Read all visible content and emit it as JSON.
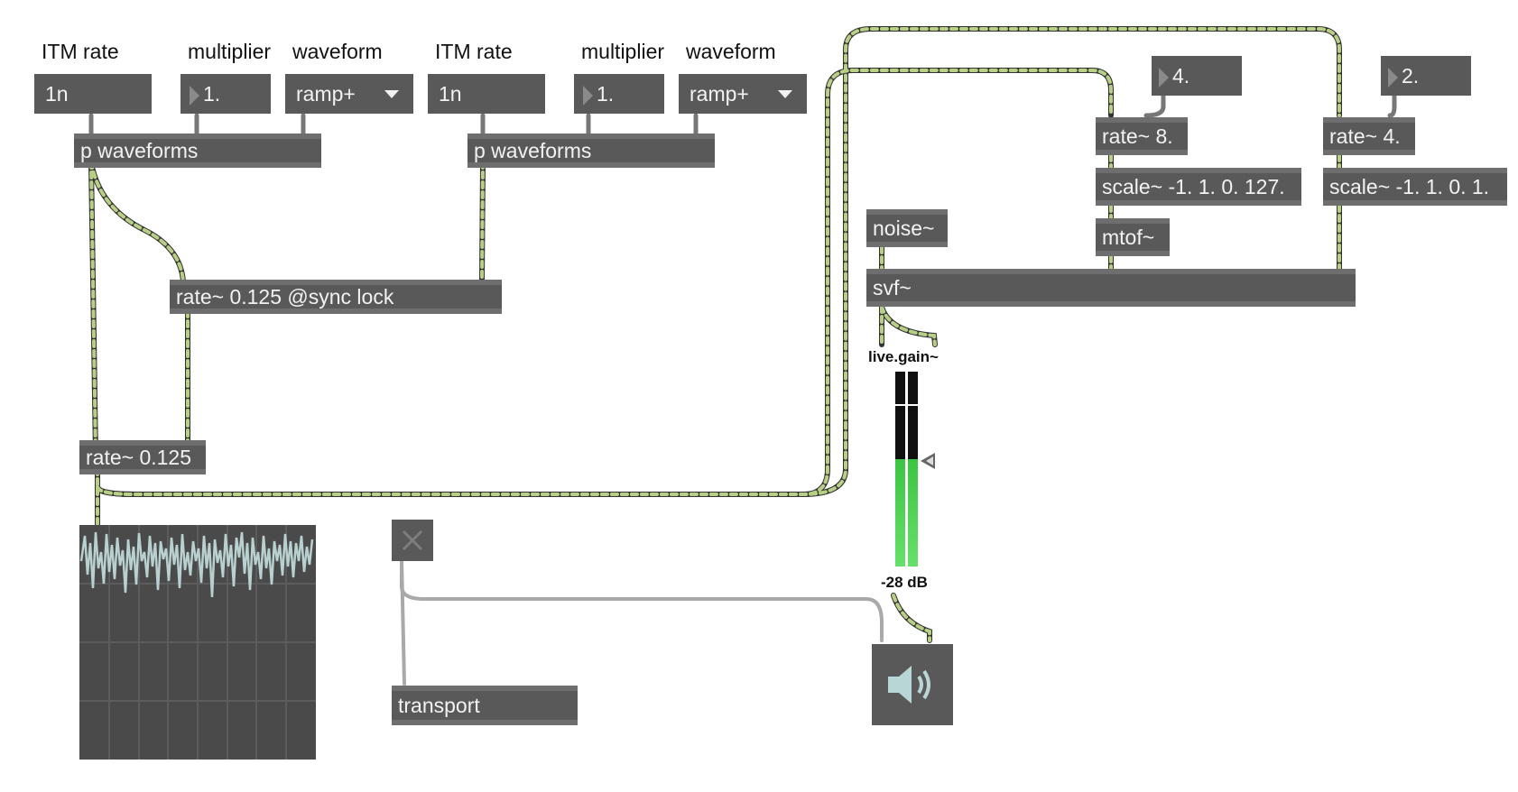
{
  "labels": {
    "itm_rate_1": "ITM rate",
    "multiplier_1": "multiplier",
    "waveform_1": "waveform",
    "itm_rate_2": "ITM rate",
    "multiplier_2": "multiplier",
    "waveform_2": "waveform"
  },
  "controls": {
    "rate_msg_1": "1n",
    "mult_num_1": "1.",
    "wave_menu_1": "ramp+",
    "rate_msg_2": "1n",
    "mult_num_2": "1.",
    "wave_menu_2": "ramp+",
    "num_rate_a": "4.",
    "num_rate_b": "2."
  },
  "objects": {
    "p_waveforms_1": "p waveforms",
    "p_waveforms_2": "p waveforms",
    "rate_sync": "rate~ 0.125 @sync lock",
    "rate_0125": "rate~ 0.125",
    "rate_8": "rate~ 8.",
    "rate_4": "rate~ 4.",
    "scale_127": "scale~ -1. 1. 0. 127.",
    "scale_1": "scale~ -1. 1. 0. 1.",
    "mtof": "mtof~",
    "noise": "noise~",
    "svf": "svf~",
    "transport": "transport"
  },
  "gain": {
    "label": "live.gain~",
    "value_text": "-28 dB",
    "level_fraction": 0.55
  },
  "colors": {
    "object_bg": "#595959",
    "signal_cord": "#b8cf86",
    "meter_green": "#55d75a",
    "scope_trace": "#b9d0d0"
  },
  "icons": {
    "toggle": "x-toggle-icon",
    "dac": "speaker-icon"
  }
}
